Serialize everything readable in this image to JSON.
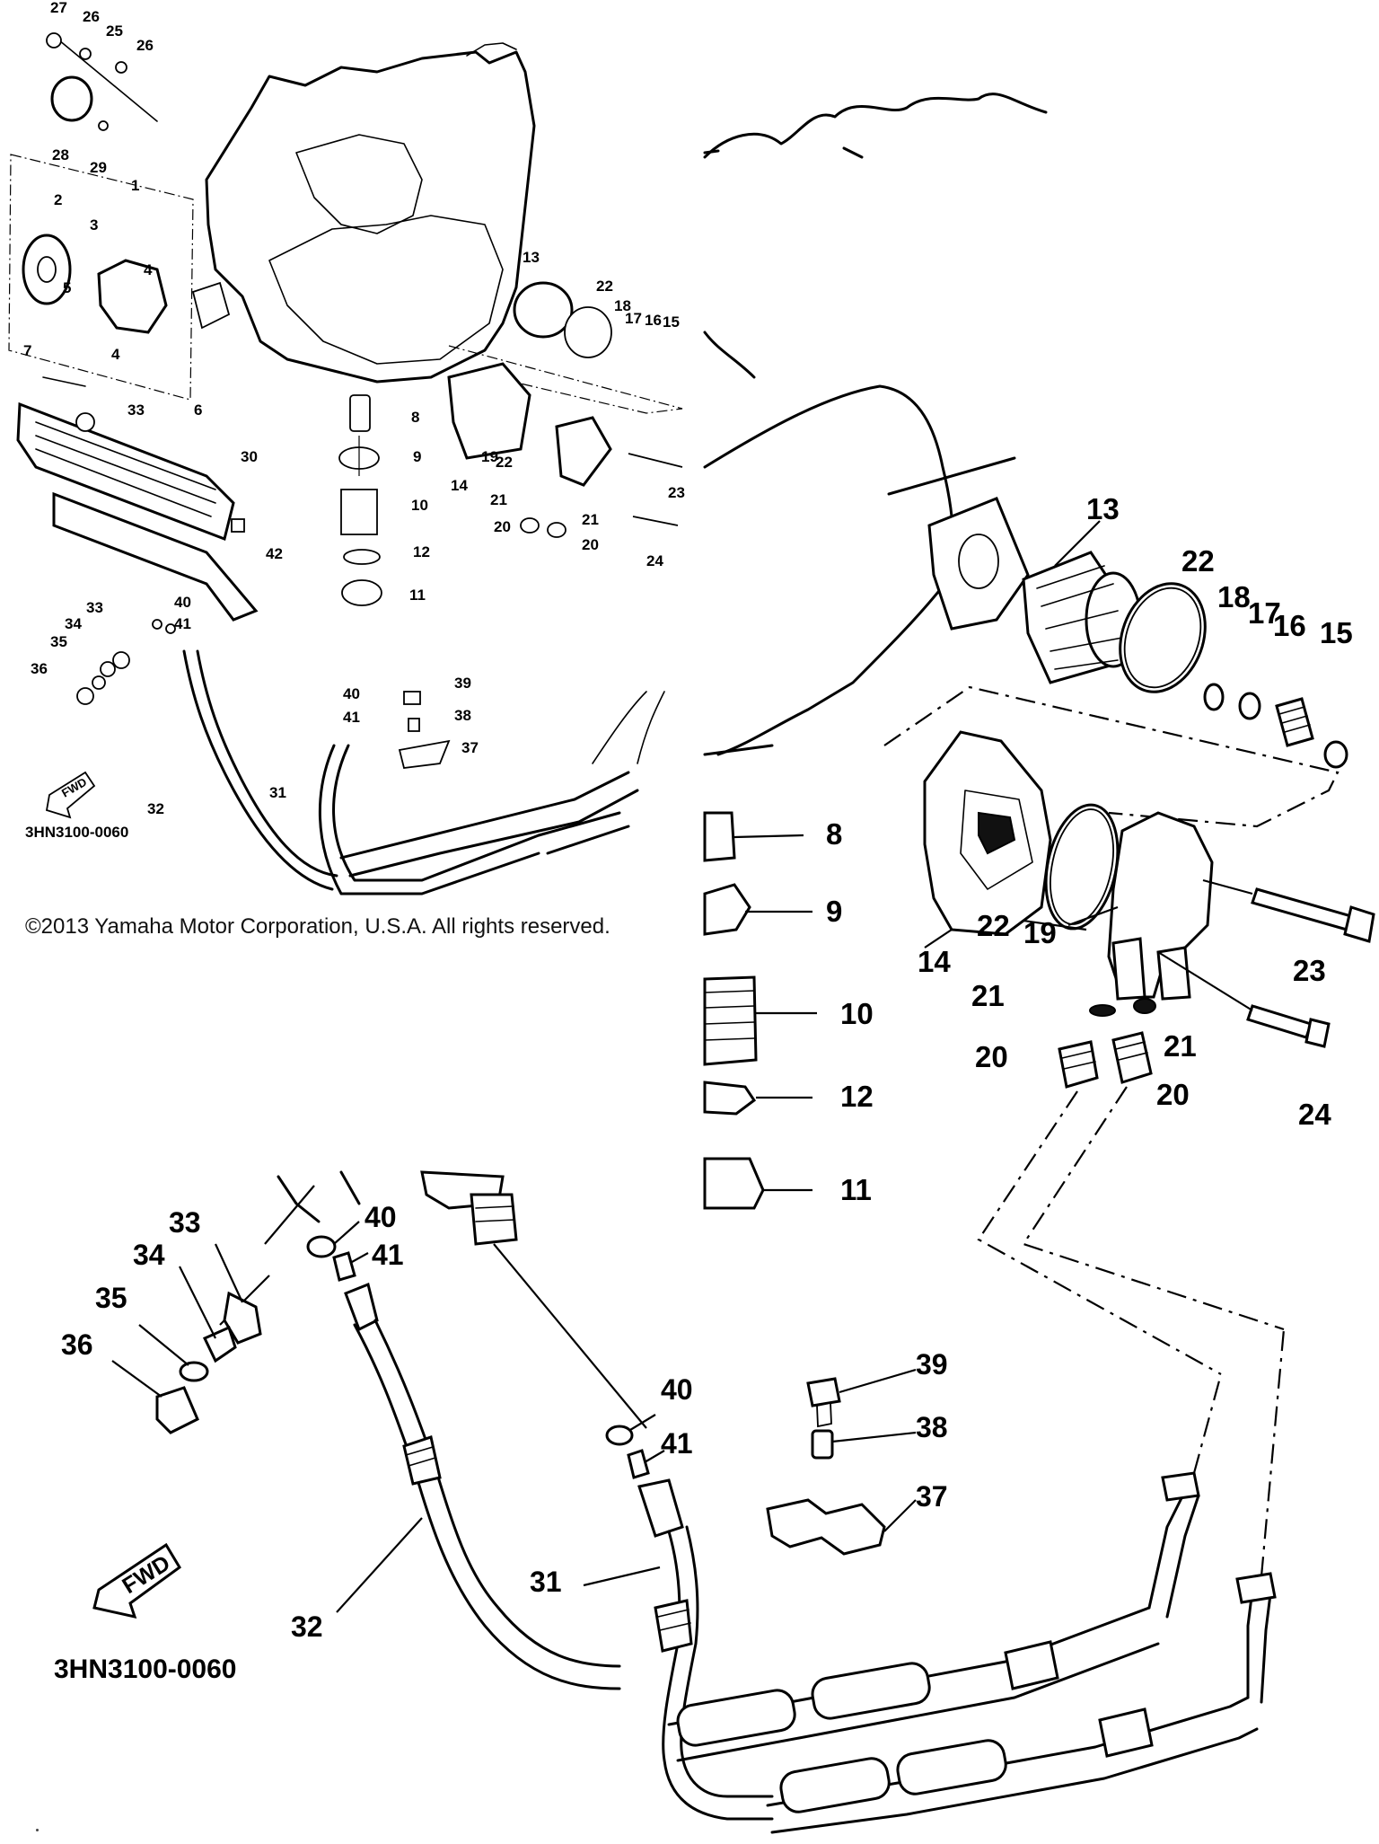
{
  "copyright": "©2013 Yamaha Motor Corporation, U.S.A. All rights reserved.",
  "diagram_code": "3HN3100-0060",
  "fwd_label": "FWD",
  "small_view": {
    "labels": [
      "27",
      "26",
      "25",
      "26",
      "28",
      "29",
      "1",
      "2",
      "3",
      "5",
      "4",
      "4",
      "7",
      "6",
      "8",
      "9",
      "10",
      "12",
      "11",
      "13",
      "22",
      "18",
      "17",
      "16",
      "15",
      "14",
      "22",
      "19",
      "23",
      "21",
      "21",
      "20",
      "20",
      "24",
      "33",
      "30",
      "42",
      "33",
      "34",
      "35",
      "36",
      "40",
      "41",
      "40",
      "41",
      "31",
      "32",
      "39",
      "38",
      "37"
    ]
  },
  "detail_view_right": {
    "labels": [
      "13",
      "22",
      "18",
      "17",
      "16",
      "15",
      "8",
      "9",
      "10",
      "12",
      "11",
      "14",
      "22",
      "19",
      "23",
      "21",
      "21",
      "20",
      "20",
      "24"
    ]
  },
  "detail_view_bottom": {
    "labels": [
      "40",
      "41",
      "33",
      "34",
      "35",
      "36",
      "40",
      "41",
      "39",
      "38",
      "37",
      "31",
      "32"
    ]
  }
}
